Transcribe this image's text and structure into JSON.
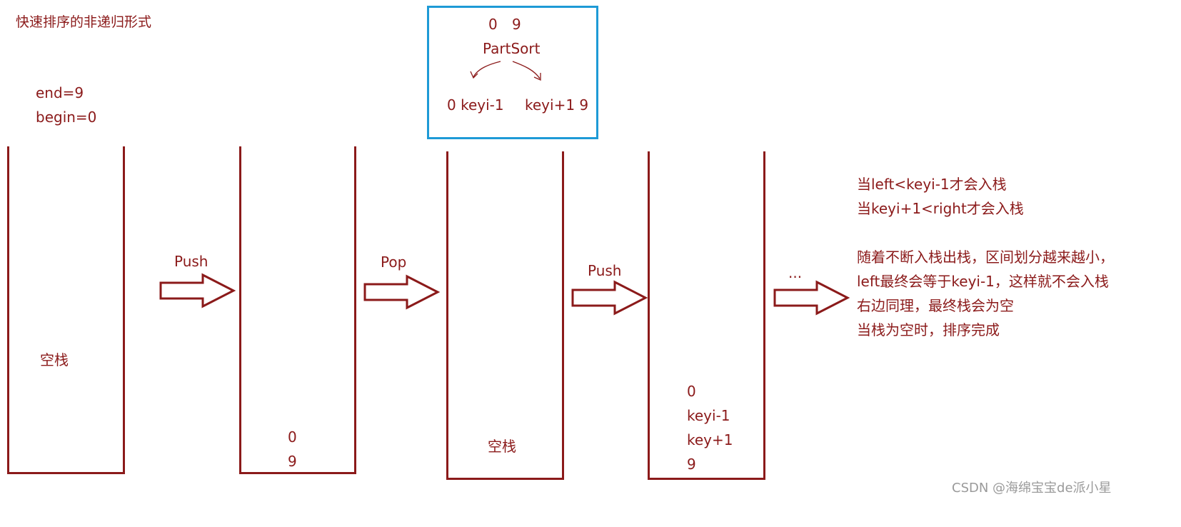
{
  "title": "快速排序的非递归形式",
  "initial": {
    "end": "end=9",
    "begin": "begin=0"
  },
  "partsort_box": {
    "range_left": "0",
    "range_right": "9",
    "label": "PartSort",
    "left_sub": "0 keyi-1",
    "right_sub": "keyi+1 9"
  },
  "stacks": [
    {
      "id": "stack-1",
      "items": [],
      "label": "空栈"
    },
    {
      "id": "stack-2",
      "items": [
        "0",
        "9"
      ]
    },
    {
      "id": "stack-3",
      "items": [],
      "label": "空栈"
    },
    {
      "id": "stack-4",
      "items": [
        "0",
        "keyi-1",
        "key+1",
        "9"
      ]
    }
  ],
  "arrows": [
    {
      "label": "Push"
    },
    {
      "label": "Pop"
    },
    {
      "label": "Push"
    },
    {
      "label": "..."
    }
  ],
  "notes": {
    "line1": "当left<keyi-1才会入栈",
    "line2": "当keyi+1<right才会入栈",
    "line3": "随着不断入栈出栈，区间划分越来越小，",
    "line4": "left最终会等于keyi-1，这样就不会入栈",
    "line5": "右边同理，最终栈会为空",
    "line6": "当栈为空时，排序完成"
  },
  "watermark": "CSDN @海绵宝宝de派小星",
  "colors": {
    "text": "#8b1a1a",
    "box_border": "#1e9ad6",
    "watermark": "#9a9a9a"
  }
}
